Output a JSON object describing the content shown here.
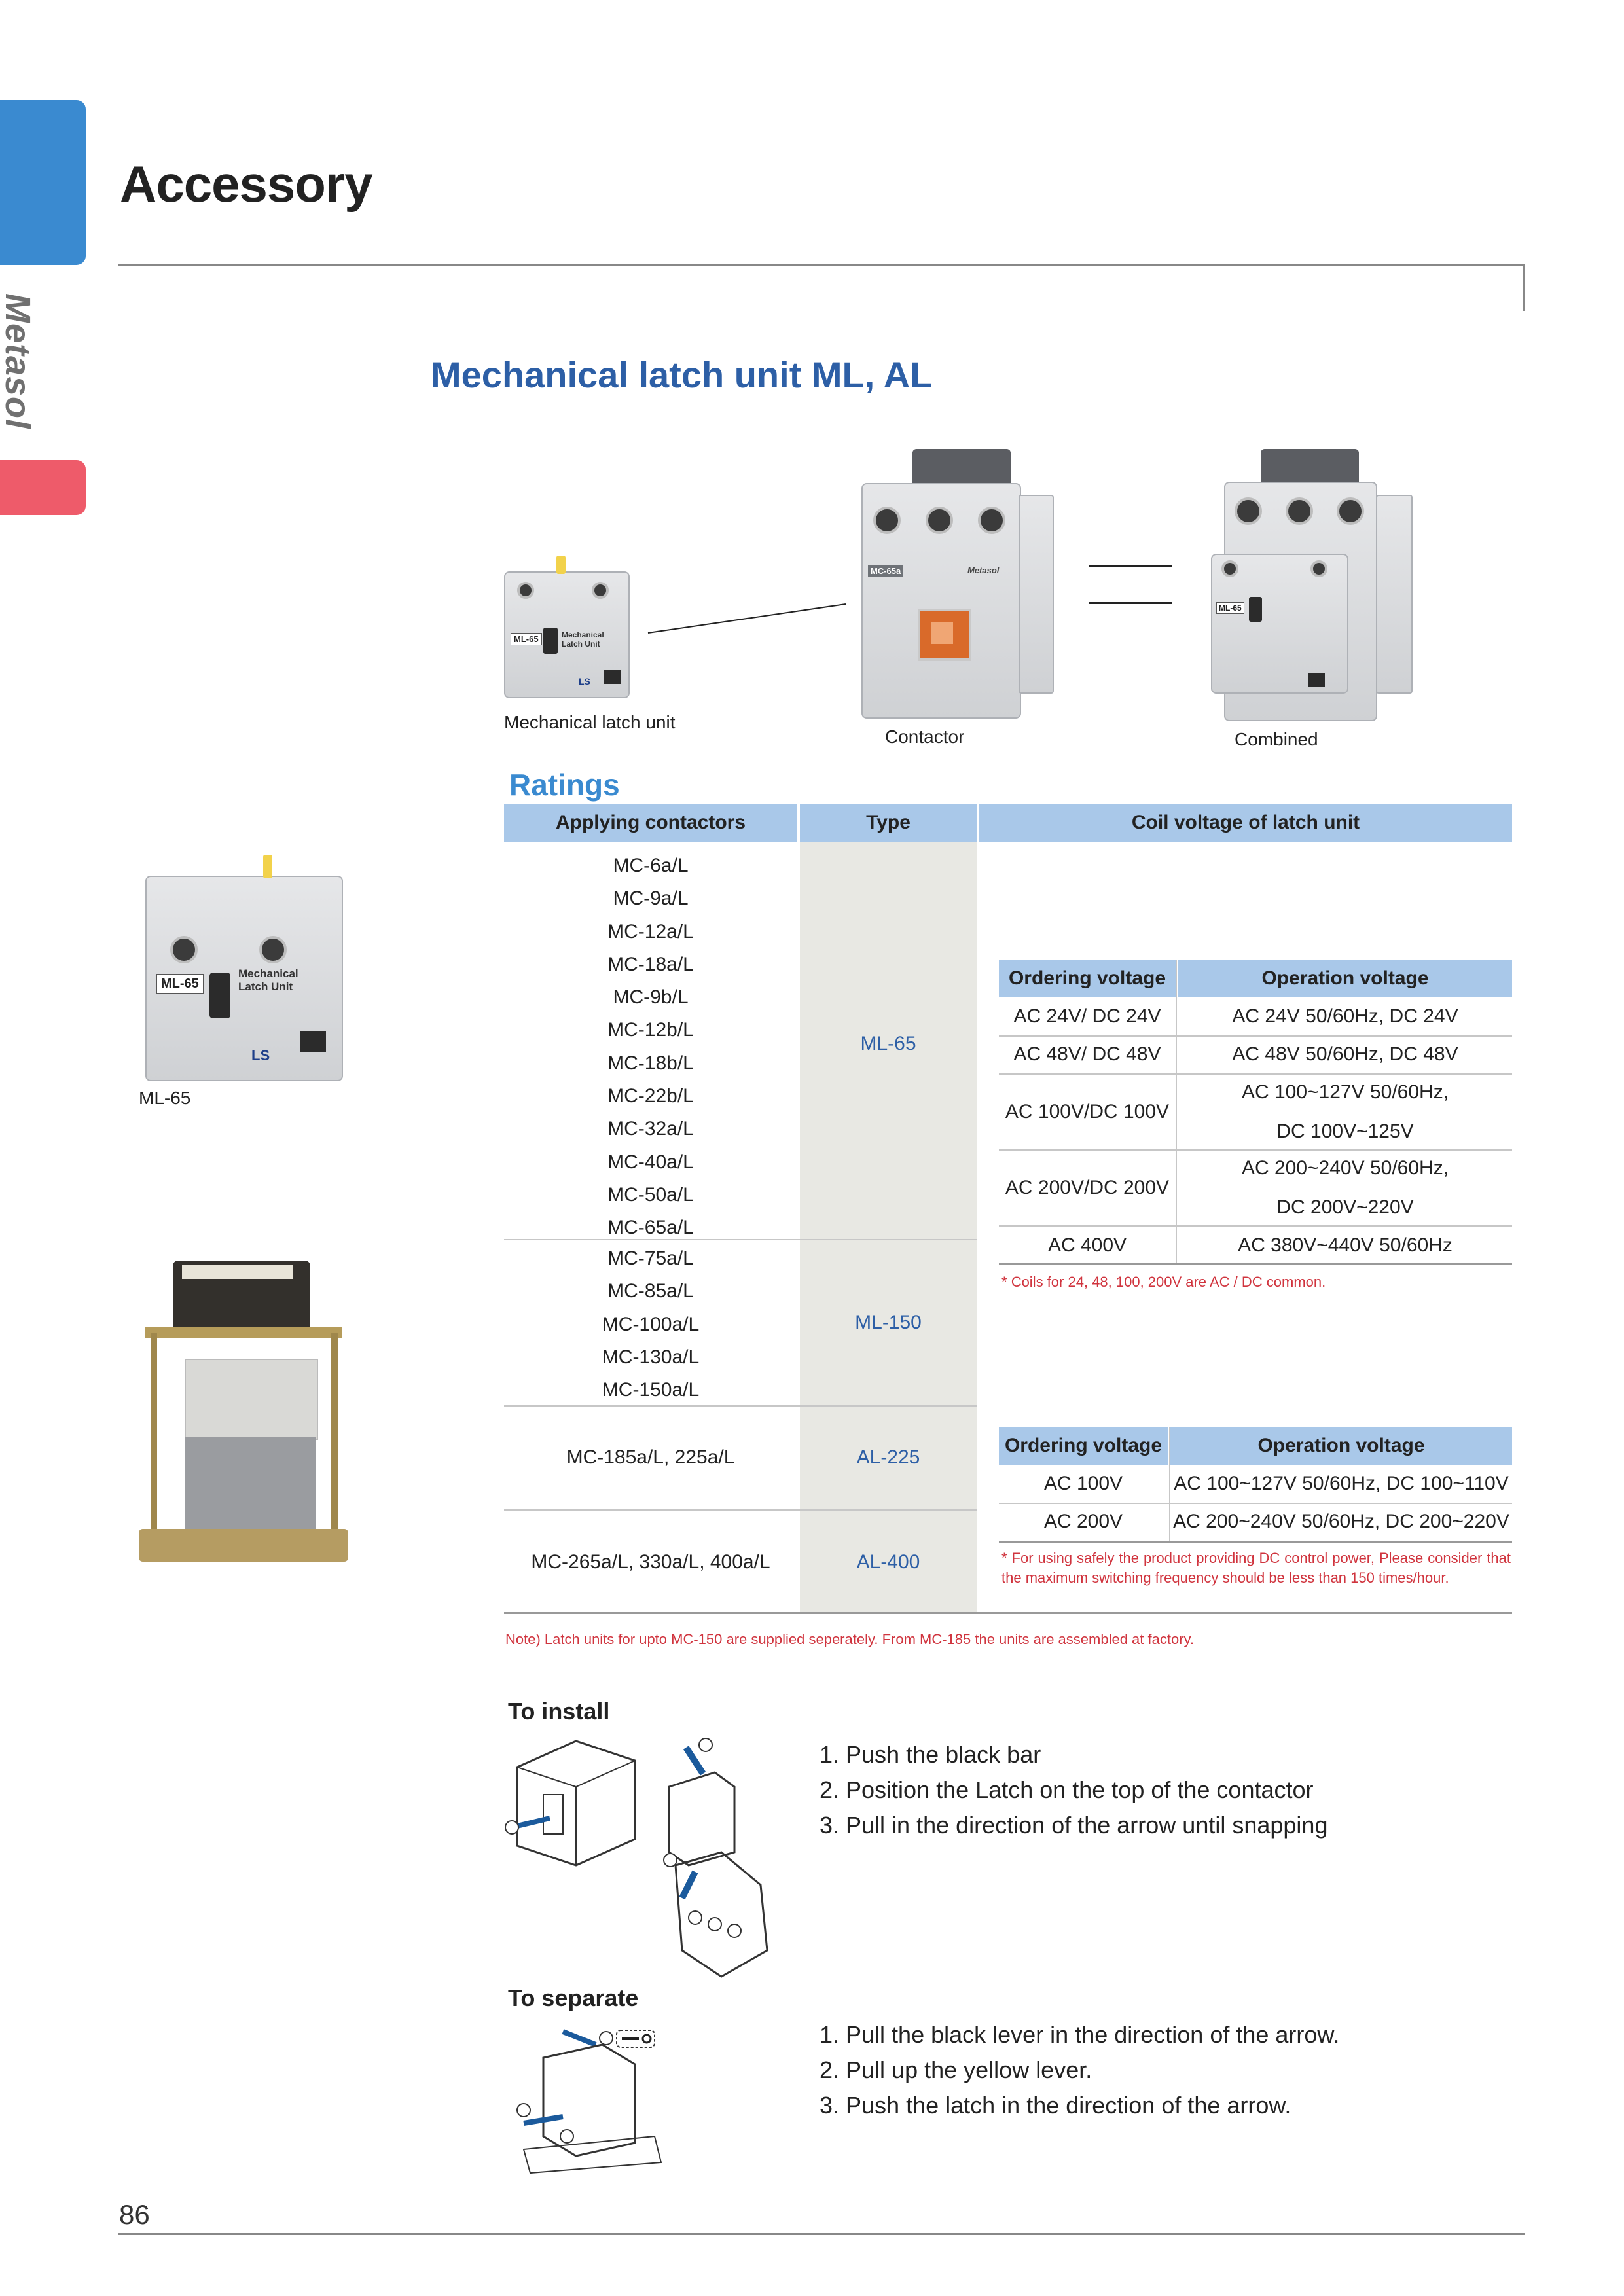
{
  "header": {
    "brand": "Metasol",
    "page_title": "Accessory"
  },
  "section_title": "Mechanical latch unit  ML, AL",
  "images": {
    "latch_caption": "Mechanical latch unit",
    "contactor_caption": "Contactor",
    "combined_caption": "Combined",
    "ml65_caption": "ML-65",
    "latch_label": "ML-65",
    "latch_title": "Mechanical Latch Unit",
    "contactor_brand": "Metasol",
    "contactor_label": "MC-65a",
    "logo": "LS"
  },
  "ratings": {
    "title": "Ratings",
    "headers": [
      "Applying contactors",
      "Type",
      "Coil voltage of latch unit"
    ],
    "ml65_contactors": [
      "MC-6a/L",
      "MC-9a/L",
      "MC-12a/L",
      "MC-18a/L",
      "MC-9b/L",
      "MC-12b/L",
      "MC-18b/L",
      "MC-22b/L",
      "MC-32a/L",
      "MC-40a/L",
      "MC-50a/L",
      "MC-65a/L"
    ],
    "ml65_type": "ML-65",
    "ml150_contactors": [
      "MC-75a/L",
      "MC-85a/L",
      "MC-100a/L",
      "MC-130a/L",
      "MC-150a/L"
    ],
    "ml150_type": "ML-150",
    "al225_contactors": "MC-185a/L, 225a/L",
    "al225_type": "AL-225",
    "al400_contactors": "MC-265a/L, 330a/L, 400a/L",
    "al400_type": "AL-400",
    "ml_voltage": {
      "headers": [
        "Ordering voltage",
        "Operation voltage"
      ],
      "rows": [
        {
          "order": "AC 24V/ DC 24V",
          "op1": "AC 24V 50/60Hz, DC 24V",
          "op2": ""
        },
        {
          "order": "AC 48V/ DC 48V",
          "op1": "AC 48V 50/60Hz, DC 48V",
          "op2": ""
        },
        {
          "order": "AC 100V/DC 100V",
          "op1": "AC 100~127V 50/60Hz,",
          "op2": "DC 100V~125V"
        },
        {
          "order": "AC 200V/DC 200V",
          "op1": "AC 200~240V 50/60Hz,",
          "op2": "DC 200V~220V"
        },
        {
          "order": "AC 400V",
          "op1": "AC 380V~440V 50/60Hz",
          "op2": ""
        }
      ],
      "note": "Coils for 24, 48, 100, 200V are AC / DC common."
    },
    "al_voltage": {
      "headers": [
        "Ordering voltage",
        "Operation voltage"
      ],
      "rows": [
        {
          "order": "AC 100V",
          "op": "AC 100~127V 50/60Hz, DC 100~110V"
        },
        {
          "order": "AC 200V",
          "op": "AC 200~240V 50/60Hz, DC 200~220V"
        }
      ],
      "note": "For using safely the product providing DC control power, Please consider that the maximum switching frequency should be less than 150 times/hour."
    },
    "footnote": "Note) Latch units for upto MC-150 are supplied seperately. From MC-185 the units are assembled at factory."
  },
  "install": {
    "title": "To install",
    "steps": [
      "1. Push the black bar",
      "2. Position the Latch on the top of the contactor",
      "3. Pull in the direction of the arrow until snapping"
    ]
  },
  "separate": {
    "title": "To separate",
    "steps": [
      "1. Pull the black lever in the direction of the arrow.",
      "2. Pull up the yellow lever.",
      "3. Push the latch in the direction of the arrow."
    ]
  },
  "page_number": "86",
  "colors": {
    "tab_blue": "#3a8ad0",
    "tab_red": "#ee5b6a",
    "title_blue": "#2d5fa6",
    "header_blue": "#a9c8e9",
    "note_red": "#d0343e"
  }
}
